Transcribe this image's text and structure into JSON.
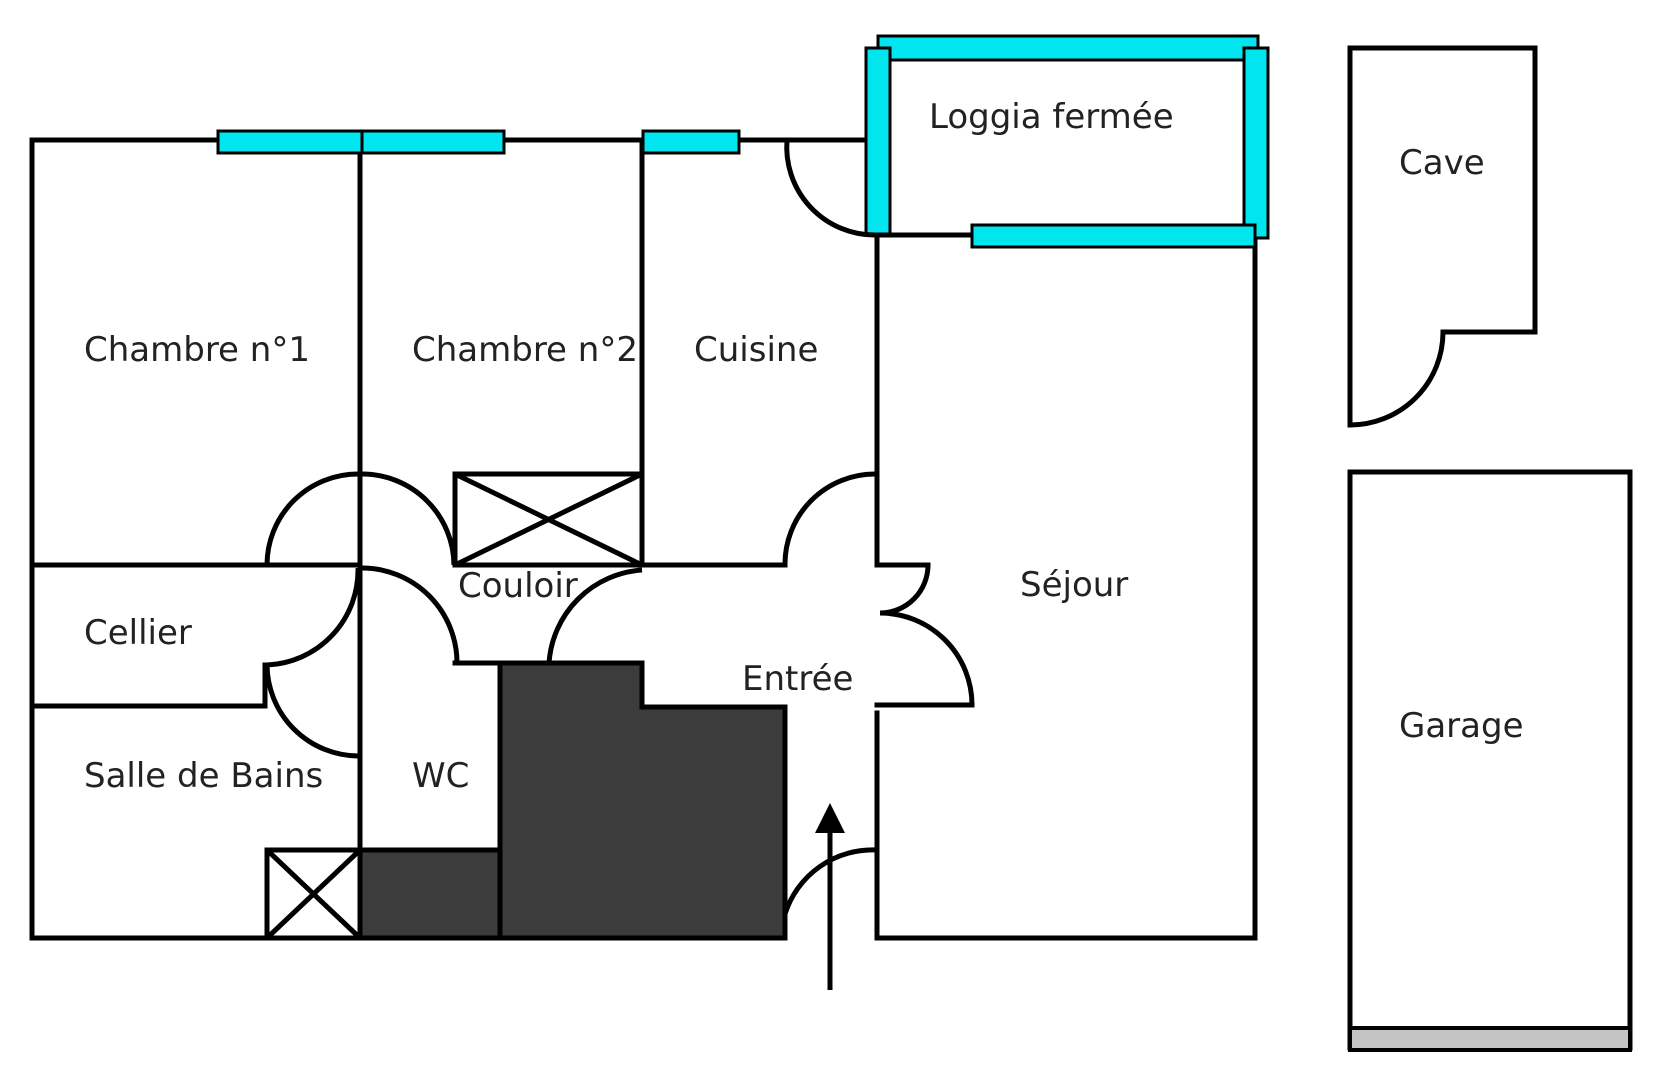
{
  "floor_plan": {
    "rooms": {
      "loggia": "Loggia fermée",
      "cave": "Cave",
      "chambre1": "Chambre n°1",
      "chambre2": "Chambre n°2",
      "cuisine": "Cuisine",
      "sejour": "Séjour",
      "couloir": "Couloir",
      "cellier": "Cellier",
      "entree": "Entrée",
      "garage": "Garage",
      "salle_de_bains": "Salle de Bains",
      "wc": "WC"
    },
    "colors": {
      "window": "#00e5ee",
      "duct": "#3c3c3c",
      "garage_door": "#c4c4c4",
      "wall": "#000000"
    },
    "icons": {
      "entrance": "up-arrow-icon"
    }
  }
}
